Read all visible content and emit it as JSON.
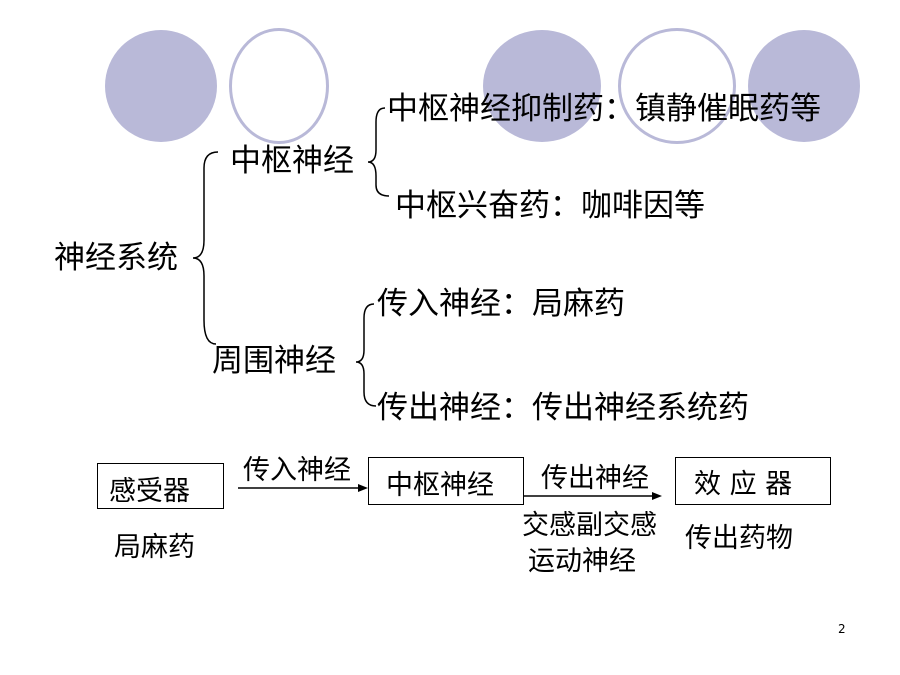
{
  "tree": {
    "root": "神经系统",
    "central": {
      "label": "中枢神经",
      "items": [
        "中枢神经抑制药：镇静催眠药等",
        "中枢兴奋药：咖啡因等"
      ]
    },
    "peripheral": {
      "label": "周围神经",
      "items": [
        "传入神经：局麻药",
        "传出神经：传出神经系统药"
      ]
    }
  },
  "pathway": {
    "receptor": "感受器",
    "afferent_label": "传入神经",
    "center": "中枢神经",
    "efferent_label": "传出神经",
    "effector": "效 应 器",
    "receptor_drug": "局麻药",
    "efferent_types_line1": "交感副交感",
    "efferent_types_line2": "运动神经",
    "effector_drug": "传出药物"
  },
  "page_number": "2"
}
